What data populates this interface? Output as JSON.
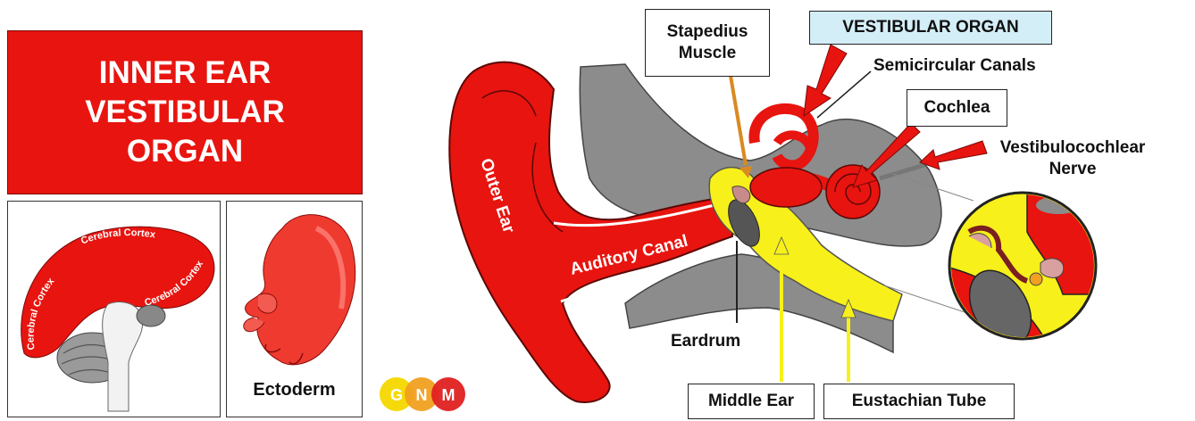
{
  "title": {
    "lines": [
      "INNER EAR",
      "VESTIBULAR",
      "ORGAN"
    ]
  },
  "brain": {
    "cortex_label": "Cerebral Cortex"
  },
  "embryo": {
    "label": "Ectoderm"
  },
  "logo": {
    "letters": [
      "G",
      "N",
      "M"
    ]
  },
  "labels": {
    "stapedius_line1": "Stapedius",
    "stapedius_line2": "Muscle",
    "vestibular_organ": "VESTIBULAR ORGAN",
    "semicircular_canals": "Semicircular Canals",
    "cochlea": "Cochlea",
    "nerve_line1": "Vestibulocochlear",
    "nerve_line2": "Nerve",
    "outer_ear": "Outer Ear",
    "auditory_canal": "Auditory Canal",
    "eardrum": "Eardrum",
    "middle_ear": "Middle Ear",
    "eustachian_tube": "Eustachian Tube"
  },
  "colors": {
    "red": "#e8140f",
    "yellow": "#f7f01a",
    "gray": "#8c8c8c",
    "cyan": "#d4eef8"
  }
}
